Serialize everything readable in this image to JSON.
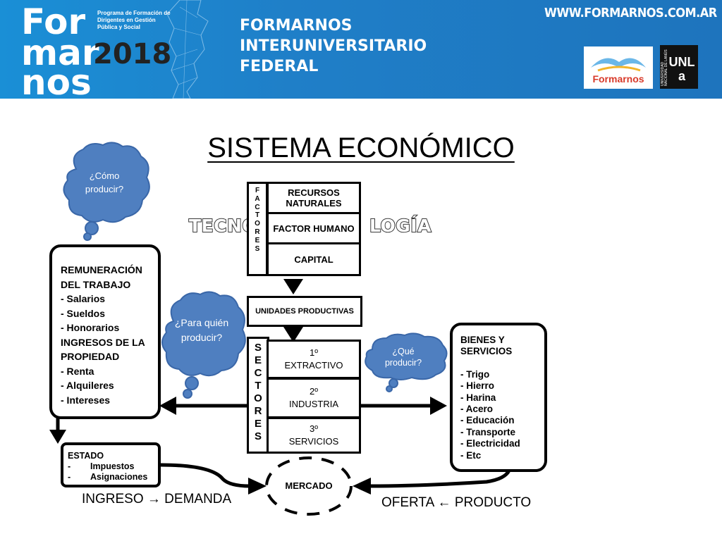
{
  "header": {
    "logo_lines": [
      "For",
      "mar",
      "nos"
    ],
    "program_text": "Programa de Formación de Dirigentes en Gestión Pública y Social",
    "year": "2018",
    "title_lines": [
      "FORMARNOS",
      "INTERUNIVERSITARIO",
      "FEDERAL"
    ],
    "url": "WWW.FORMARNOS.COM.AR",
    "logo_formarnos": "Formarnos",
    "logo_unla": "UNLa",
    "logo_unla_side": "UNIVERSIDAD NACIONAL DE LANÚS"
  },
  "title": "SISTEMA ECONÓMICO",
  "bubbles": {
    "como": "¿Cómo producir?",
    "para_quien": "¿Para quién producir?",
    "que": "¿Qué producir?"
  },
  "tecno": "TECNO",
  "logia": "LOGÍA",
  "factores": {
    "label": "FACTORES",
    "items": [
      "RECURSOS NATURALES",
      "FACTOR HUMANO",
      "CAPITAL"
    ]
  },
  "unidades": "UNIDADES PRODUCTIVAS",
  "sectores": {
    "label": "SECTORES",
    "items": [
      {
        "num": "1º",
        "name": "EXTRACTIVO"
      },
      {
        "num": "2º",
        "name": "INDUSTRIA"
      },
      {
        "num": "3º",
        "name": "SERVICIOS"
      }
    ]
  },
  "remuneracion": {
    "lines": [
      "REMUNERACIÓN",
      "DEL TRABAJO",
      "- Salarios",
      "- Sueldos",
      "- Honorarios",
      "INGRESOS DE LA",
      "PROPIEDAD",
      "- Renta",
      "- Alquileres",
      "- Intereses"
    ]
  },
  "bienes": {
    "head": [
      "BIENES Y",
      "SERVICIOS"
    ],
    "items": [
      "- Trigo",
      "- Hierro",
      "- Harina",
      "- Acero",
      "- Educación",
      "- Transporte",
      "- Electricidad",
      "- Etc"
    ]
  },
  "estado": {
    "title": "ESTADO",
    "items": [
      "Impuestos",
      "Asignaciones"
    ]
  },
  "mercado": "MERCADO",
  "ingreso": "INGRESO → DEMANDA",
  "oferta": "OFERTA ← PRODUCTO",
  "colors": {
    "banner": "#1e80c8",
    "bubble": "#4f7fc0",
    "bubble_border": "#3a67a8"
  }
}
